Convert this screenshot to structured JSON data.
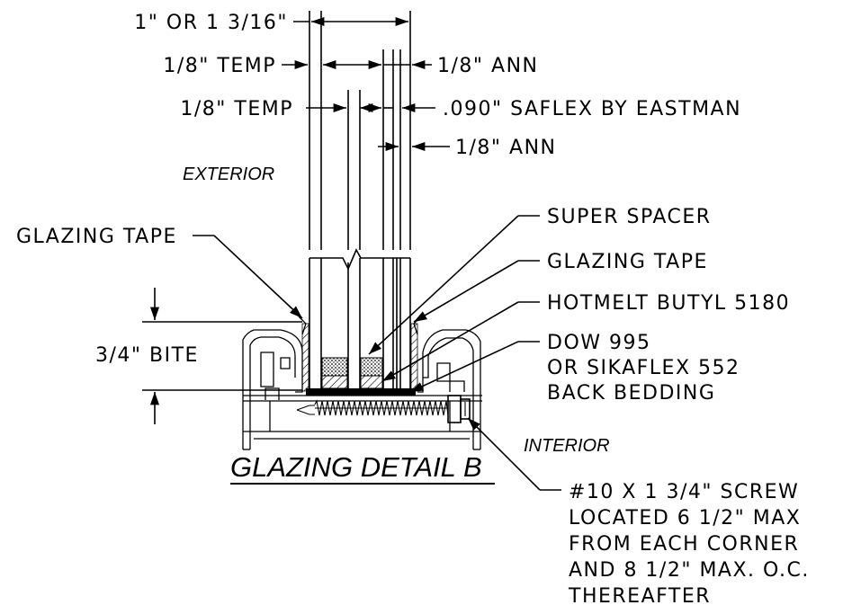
{
  "title": "GLAZING DETAIL B",
  "sides": {
    "exterior": "EXTERIOR",
    "interior": "INTERIOR"
  },
  "dimensions": {
    "overall": "1\" OR 1 3/16\"",
    "outer_lite": "1/8\" TEMP",
    "outer_lite_inner_ply": "1/8\" TEMP",
    "inner_lite_outer_ply": "1/8\" ANN",
    "interlayer": ".090\" SAFLEX BY EASTMAN",
    "inner_lite_inner_ply": "1/8\" ANN",
    "bite": "3/4\" BITE"
  },
  "callouts": {
    "glazing_tape_left": "GLAZING TAPE",
    "super_spacer": "SUPER SPACER",
    "glazing_tape_right": "GLAZING TAPE",
    "hotmelt": "HOTMELT BUTYL 5180",
    "back_bedding": [
      "DOW 995",
      "OR SIKAFLEX 552",
      "BACK BEDDING"
    ],
    "screw": [
      "#10 X 1 3/4\" SCREW",
      "LOCATED 6 1/2\" MAX",
      "FROM EACH CORNER",
      "AND 8 1/2\" MAX. O.C.",
      "THEREAFTER"
    ]
  }
}
